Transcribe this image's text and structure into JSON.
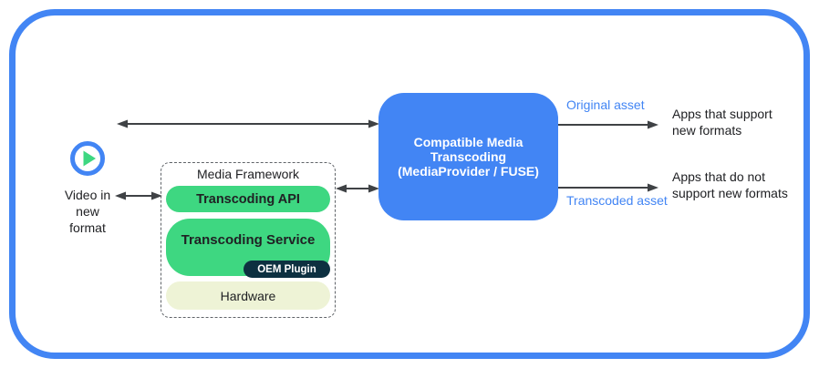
{
  "source": {
    "icon": "play-icon",
    "lines": [
      "Video in",
      "new",
      "format"
    ]
  },
  "media_framework": {
    "label": "Media Framework",
    "layers": [
      {
        "label": "Transcoding API"
      },
      {
        "label": "Transcoding Service",
        "plugin_label": "OEM Plugin"
      },
      {
        "label": "Hardware"
      }
    ]
  },
  "central_box": {
    "lines": [
      "Compatible Media",
      "Transcoding",
      "(MediaProvider / FUSE)"
    ]
  },
  "outputs": {
    "original": {
      "arrow_label": "Original asset",
      "target_lines": [
        "Apps that support",
        "new formats"
      ]
    },
    "transcoded": {
      "arrow_label": "Transcoded asset",
      "target_lines": [
        "Apps that do not",
        "support new formats"
      ]
    }
  },
  "colors": {
    "border_blue": "#4285f4",
    "central_box_blue": "#4285f4",
    "asset_label_blue": "#4285f4",
    "pill_green": "#3ed781",
    "plugin_navy": "#0d3040",
    "hardware_cream": "#eef3d6",
    "arrow_gray": "#3f4245",
    "text_dark": "#202124"
  }
}
